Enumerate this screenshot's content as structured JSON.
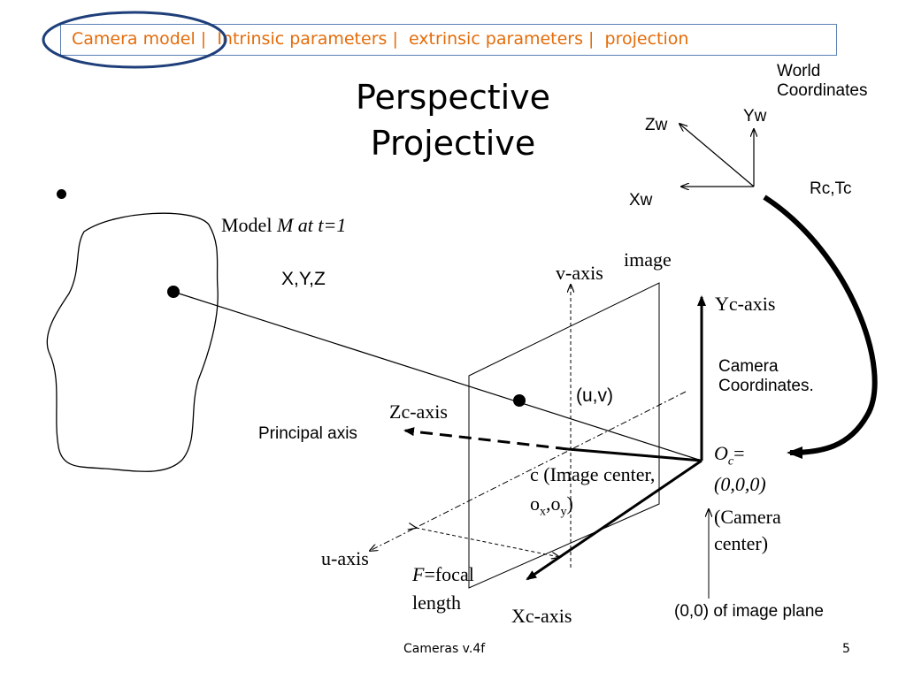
{
  "nav": {
    "items": [
      "Camera model |",
      "Intrinsic parameters |",
      "extrinsic parameters |",
      "projection"
    ],
    "highlight": "#1f3f7a",
    "color": "#e46c0a"
  },
  "title": {
    "line1": "Perspective",
    "line2": "Projective"
  },
  "labels": {
    "world_coords_1": "World",
    "world_coords_2": "Coordinates",
    "yw": "Yw",
    "zw": "Zw",
    "xw": "Xw",
    "rc_tc": "Rc,Tc",
    "model_prefix": "Model ",
    "model_italic": "M at t=1",
    "xyz": "X,Y,Z",
    "image": "image",
    "v_axis": "v-axis",
    "yc_axis": "Yc-axis",
    "camera_coords_1": "Camera",
    "camera_coords_2": "Coordinates.",
    "uv": "(u,v)",
    "zc_axis": "Zc-axis",
    "principal_axis": "Principal axis",
    "oc_o": "O",
    "oc_sub": "c",
    "oc_eq": "=",
    "origin_coords": "(0,0,0)",
    "camera_center_1": "(Camera",
    "camera_center_2": "center)",
    "image_center_1": "c (Image center,",
    "ox_o": "o",
    "ox_sub": "x",
    "ox_comma": ",",
    "oy_o": "o",
    "oy_sub": "y",
    "oy_close": ")",
    "u_axis": "u-axis",
    "focal_f": "F",
    "focal_rest": "=focal",
    "focal_length": "length",
    "xc_axis": "Xc-axis",
    "image_plane_origin": "(0,0) of image plane"
  },
  "footer": {
    "center": "Cameras v.4f",
    "page": "5"
  }
}
